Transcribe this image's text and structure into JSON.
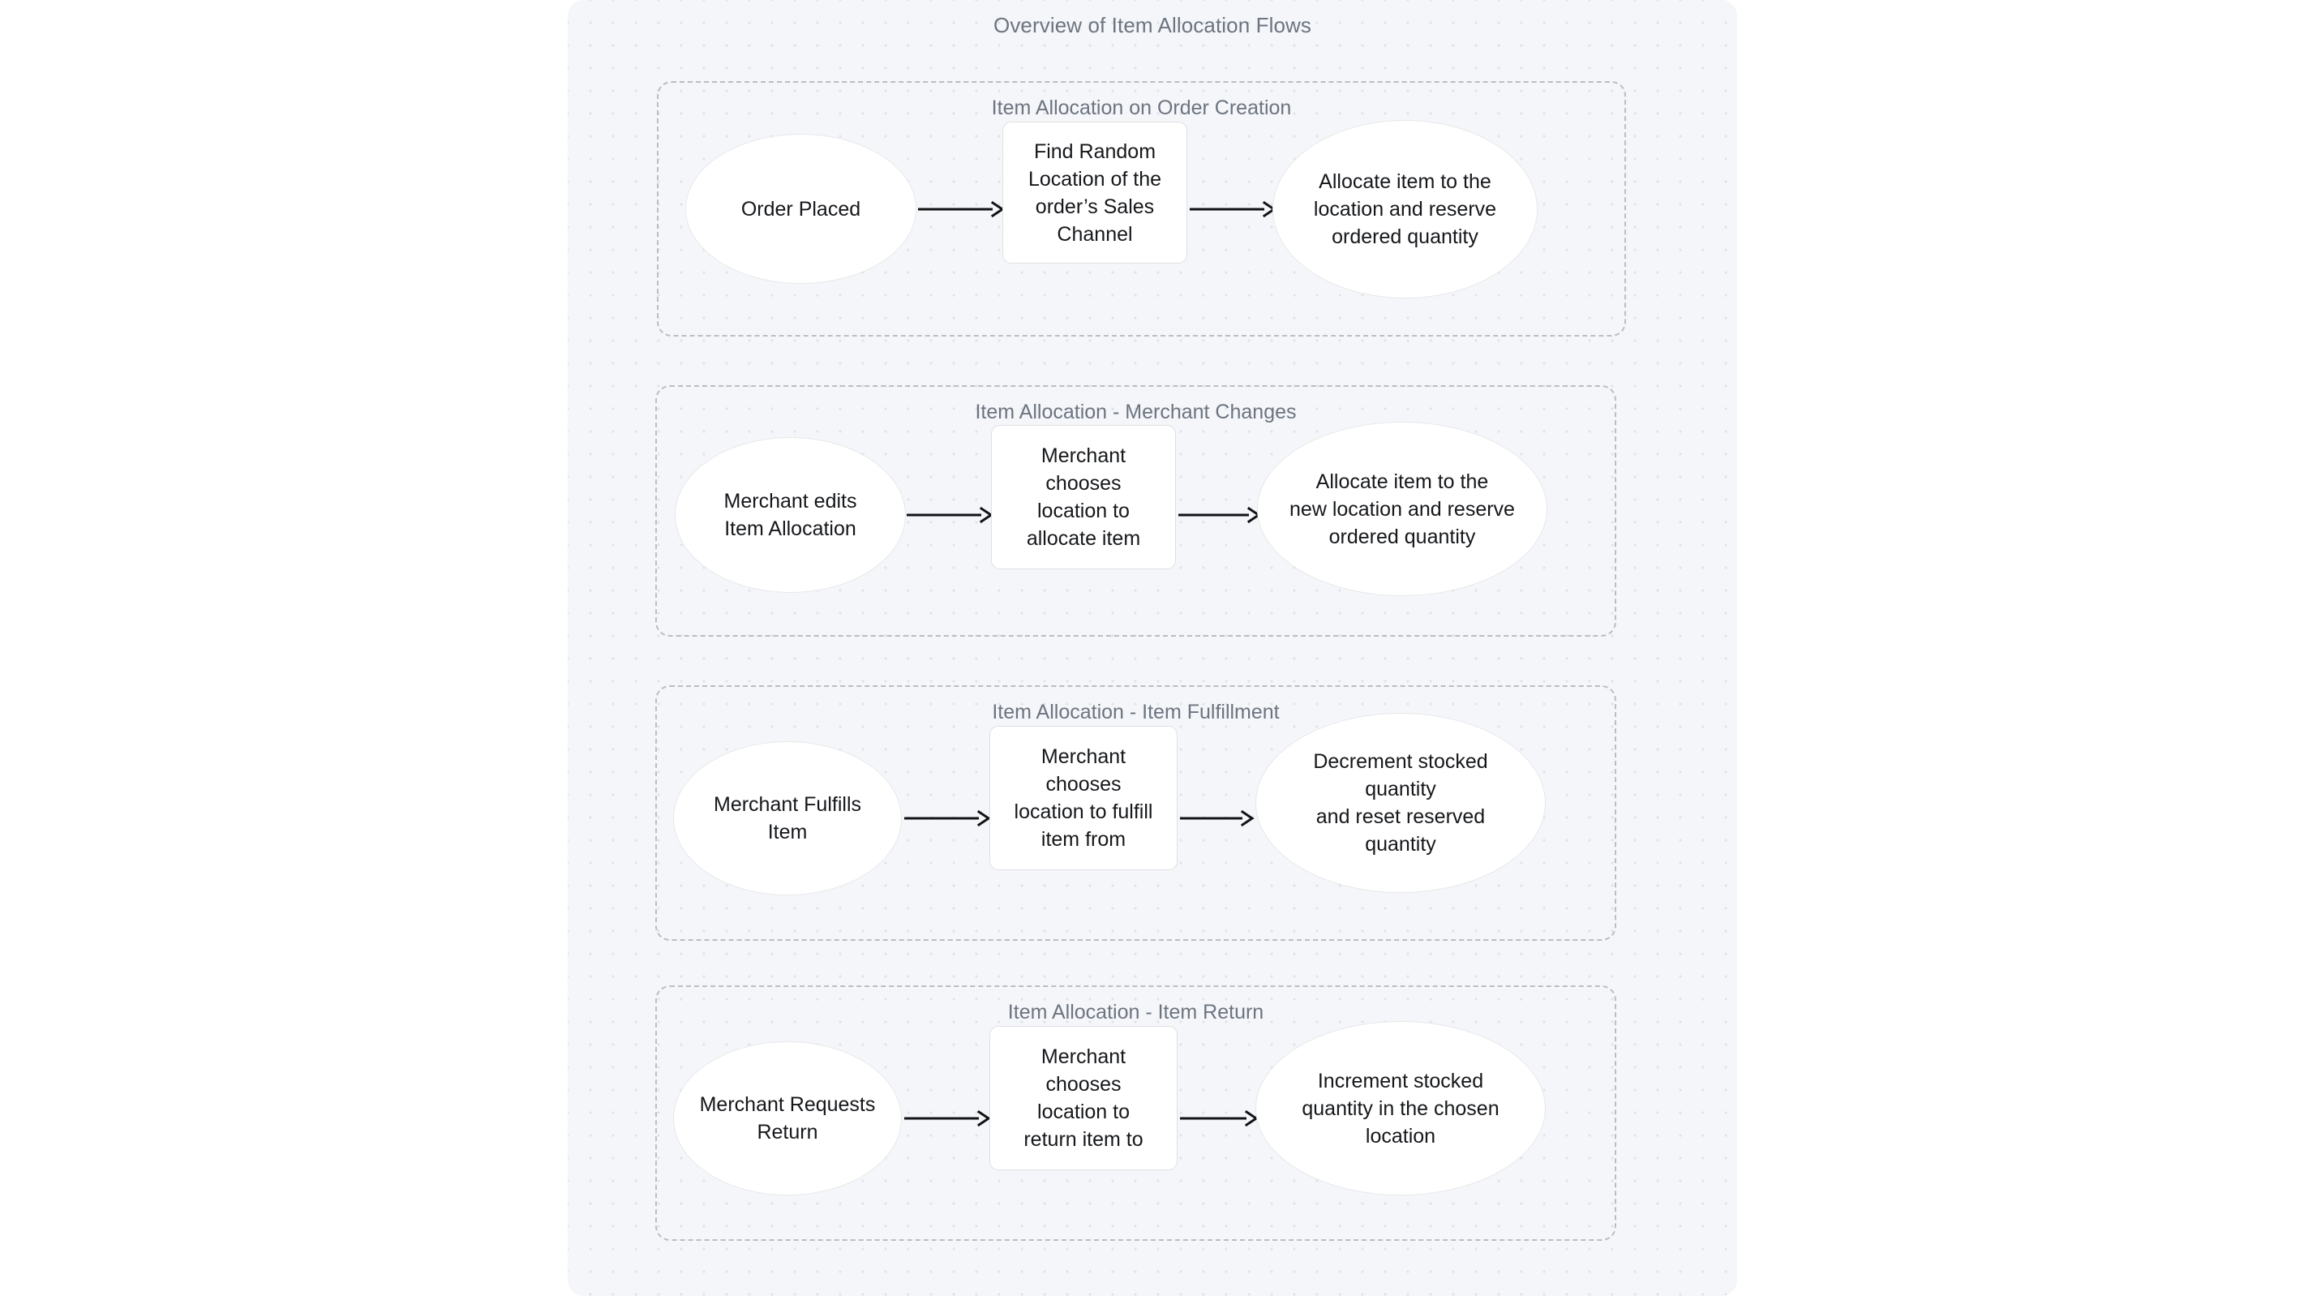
{
  "diagram": {
    "title": "Overview of Item Allocation Flows",
    "subgraphs": [
      {
        "title": "Item Allocation on Order Creation",
        "nodes": [
          {
            "id": "start",
            "shape": "ellipse",
            "label": "Order Placed"
          },
          {
            "id": "process",
            "shape": "rect",
            "label": "Find Random\nLocation of the\norder’s Sales\nChannel"
          },
          {
            "id": "end",
            "shape": "ellipse",
            "label": "Allocate item to the\nlocation and reserve\nordered quantity"
          }
        ],
        "edges": [
          {
            "from": "start",
            "to": "process",
            "arrow": "arrow-1-1"
          },
          {
            "from": "process",
            "to": "end",
            "arrow": "arrow-1-2"
          }
        ]
      },
      {
        "title": "Item Allocation - Merchant Changes",
        "nodes": [
          {
            "id": "start",
            "shape": "ellipse",
            "label": "Merchant edits\nItem Allocation"
          },
          {
            "id": "process",
            "shape": "rect",
            "label": "Merchant\nchooses\nlocation to\nallocate item"
          },
          {
            "id": "end",
            "shape": "ellipse",
            "label": "Allocate item to the\nnew location and reserve\nordered quantity"
          }
        ],
        "edges": [
          {
            "from": "start",
            "to": "process",
            "arrow": "arrow-2-1"
          },
          {
            "from": "process",
            "to": "end",
            "arrow": "arrow-2-2"
          }
        ]
      },
      {
        "title": "Item Allocation - Item Fulfillment",
        "nodes": [
          {
            "id": "start",
            "shape": "ellipse",
            "label": "Merchant Fulfills\nItem"
          },
          {
            "id": "process",
            "shape": "rect",
            "label": "Merchant\nchooses\nlocation to fulfill\nitem from"
          },
          {
            "id": "end",
            "shape": "ellipse",
            "label": "Decrement stocked\nquantity\nand reset reserved\nquantity"
          }
        ],
        "edges": [
          {
            "from": "start",
            "to": "process",
            "arrow": "arrow-3-1"
          },
          {
            "from": "process",
            "to": "end",
            "arrow": "arrow-3-2"
          }
        ]
      },
      {
        "title": "Item Allocation - Item Return",
        "nodes": [
          {
            "id": "start",
            "shape": "ellipse",
            "label": "Merchant Requests\nReturn"
          },
          {
            "id": "process",
            "shape": "rect",
            "label": "Merchant\nchooses\nlocation to\nreturn item to"
          },
          {
            "id": "end",
            "shape": "ellipse",
            "label": "Increment stocked\nquantity in the chosen\nlocation"
          }
        ],
        "edges": [
          {
            "from": "start",
            "to": "process",
            "arrow": "arrow-4-1"
          },
          {
            "from": "process",
            "to": "end",
            "arrow": "arrow-4-2"
          }
        ]
      }
    ],
    "colors": {
      "canvas_background": "#f4f6f9",
      "grid_dot": "#dfe3e8",
      "title_text": "#6d7480",
      "node_text": "#15171a",
      "node_fill": "#ffffff",
      "ellipse_border": "#e7e8ea",
      "rect_border": "#dfe0e2",
      "subgraph_border": "#b9bec6",
      "arrow": "#111315"
    }
  }
}
